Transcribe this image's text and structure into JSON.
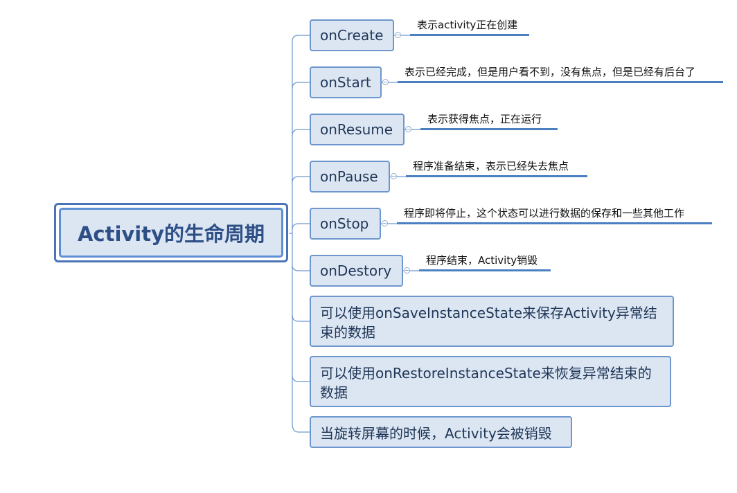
{
  "root": {
    "label": "Activity的生命周期"
  },
  "methods": [
    {
      "label": "onCreate",
      "note": "表示activity正在创建"
    },
    {
      "label": "onStart",
      "note": "表示已经完成，但是用户看不到，没有焦点，但是已经有后台了"
    },
    {
      "label": "onResume",
      "note": "表示获得焦点，正在运行"
    },
    {
      "label": "onPause",
      "note": "程序准备结束，表示已经失去焦点"
    },
    {
      "label": "onStop",
      "note": "程序即将停止，这个状态可以进行数据的保存和一些其他工作"
    },
    {
      "label": "onDestory",
      "note": "程序结束，Activity销毁"
    }
  ],
  "tips": [
    {
      "line1": "可以使用onSaveInstanceState来保存Activity异常结",
      "line2": "束的数据"
    },
    {
      "line1": "可以使用onRestoreInstanceState来恢复异常结束的",
      "line2": "数据"
    },
    {
      "line1": "当旋转屏幕的时候，Activity会被销毁"
    }
  ],
  "colors": {
    "connector": "#6c96cc",
    "node_fill": "#dce6f3",
    "node_border": "#6c96cc",
    "root_border": "#4a74b6",
    "underline": "#4a7fc0"
  }
}
